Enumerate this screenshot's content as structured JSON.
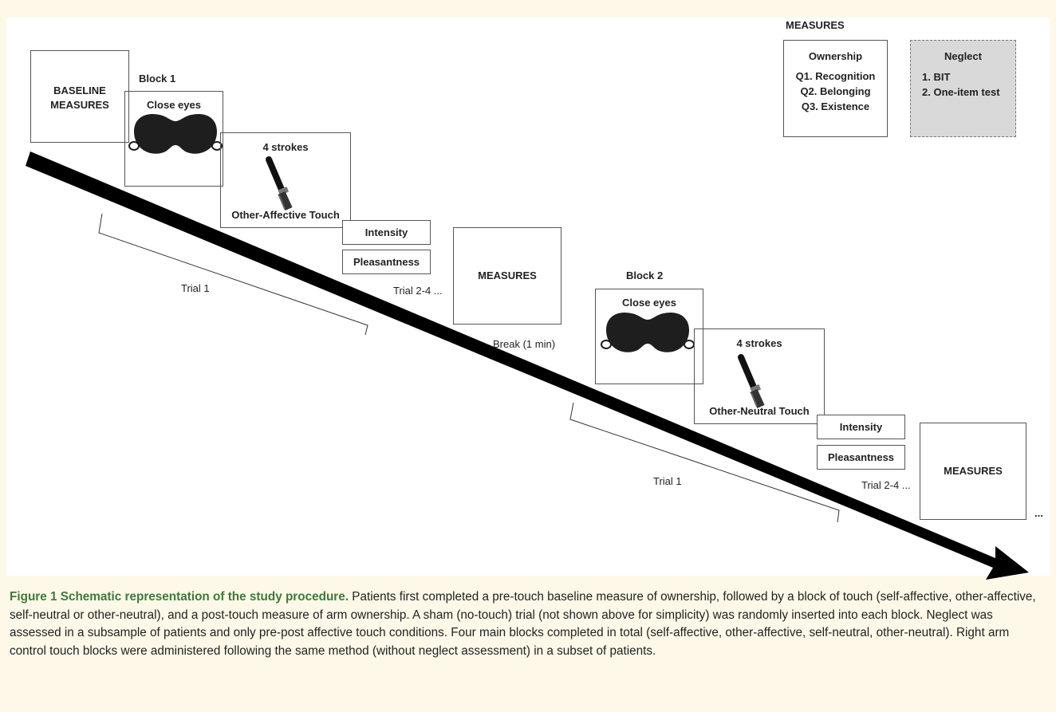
{
  "diagram": {
    "measures_header": "MEASURES",
    "ownership": {
      "title": "Ownership",
      "items": [
        "Q1. Recognition",
        "Q2. Belonging",
        "Q3. Existence"
      ]
    },
    "neglect": {
      "title": "Neglect",
      "items": [
        "1. BIT",
        "2. One-item test"
      ]
    },
    "baseline": {
      "line1": "BASELINE",
      "line2": "MEASURES"
    },
    "block1": {
      "label": "Block 1",
      "close_eyes": "Close eyes",
      "strokes": "4 strokes",
      "touch": "Other-Affective Touch",
      "intensity": "Intensity",
      "pleasantness": "Pleasantness",
      "trial1": "Trial 1",
      "trial24": "Trial 2-4 ..."
    },
    "measures_mid": "MEASURES",
    "break_label": "Break (1 min)",
    "block2": {
      "label": "Block 2",
      "close_eyes": "Close eyes",
      "strokes": "4 strokes",
      "touch": "Other-Neutral Touch",
      "intensity": "Intensity",
      "pleasantness": "Pleasantness",
      "trial1": "Trial 1",
      "trial24": "Trial 2-4 ..."
    },
    "measures_end": "MEASURES",
    "ellipsis": "..."
  },
  "caption": {
    "title": "Figure 1 Schematic representation of the study procedure.",
    "body": "Patients first completed a pre-touch baseline measure of ownership, followed by a block of touch (self-affective, other-affective, self-neutral or other-neutral), and a post-touch measure of arm ownership. A sham (no-touch) trial (not shown above for simplicity) was randomly inserted into each block. Neglect was assessed in a subsample of patients and only pre-post affective touch conditions. Four main blocks completed in total (self-affective, other-affective, self-neutral, other-neutral). Right arm control touch blocks were administered following the same method (without neglect assessment) in a subset of patients."
  },
  "colors": {
    "caption_title": "#3d7a3a",
    "neglect_fill": "#d9d9d9",
    "page_background": "#fdf8e8"
  }
}
